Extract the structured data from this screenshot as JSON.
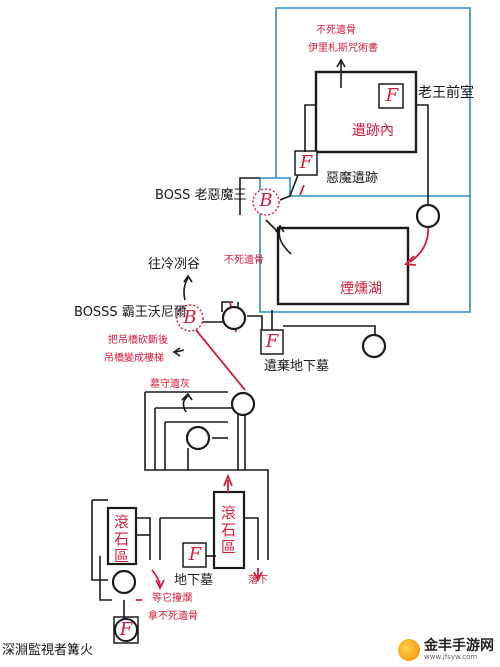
{
  "labels": {
    "undying_bone_top": "不死遺骨",
    "iridari_scroll": "伊里札斯咒術書",
    "old_king_anteroom": "老王前室",
    "ruins_inner": "遺跡內",
    "demon_ruins": "惡魔遺跡",
    "boss_old_demon_king": "BOSS 老惡魔王",
    "undying_bone_mid": "不死遺骨",
    "toward_cold_valley": "往冷冽谷",
    "smoldering_lake": "煙燻湖",
    "boss_high_lord_wolnir": "BOSSS 霸王沃尼爾",
    "cut_bridge_note": "把吊橋砍斷後",
    "bridge_becomes_stairs": "吊橋變成樓梯",
    "abandoned_tomb": "遺棄地下墓",
    "grave_warden_ash": "墓守遺灰",
    "rolling_stone_center": "滾石區",
    "rolling_stone_left": "滾石區",
    "catacombs": "地下墓",
    "drop_down": "落下",
    "wait_explosion": "等它撞爛",
    "take_undying_bone": "拿不死遺骨",
    "bonfire_start": "深淵監視者篝火"
  },
  "runes": {
    "f": "F",
    "b": "B"
  },
  "watermark": {
    "title": "金丰手游网",
    "url": "www.jfsyw.com"
  },
  "colors": {
    "line": "#1a1a1a",
    "red_path": "#d21e3c",
    "area_border": "#2b8fbf"
  }
}
